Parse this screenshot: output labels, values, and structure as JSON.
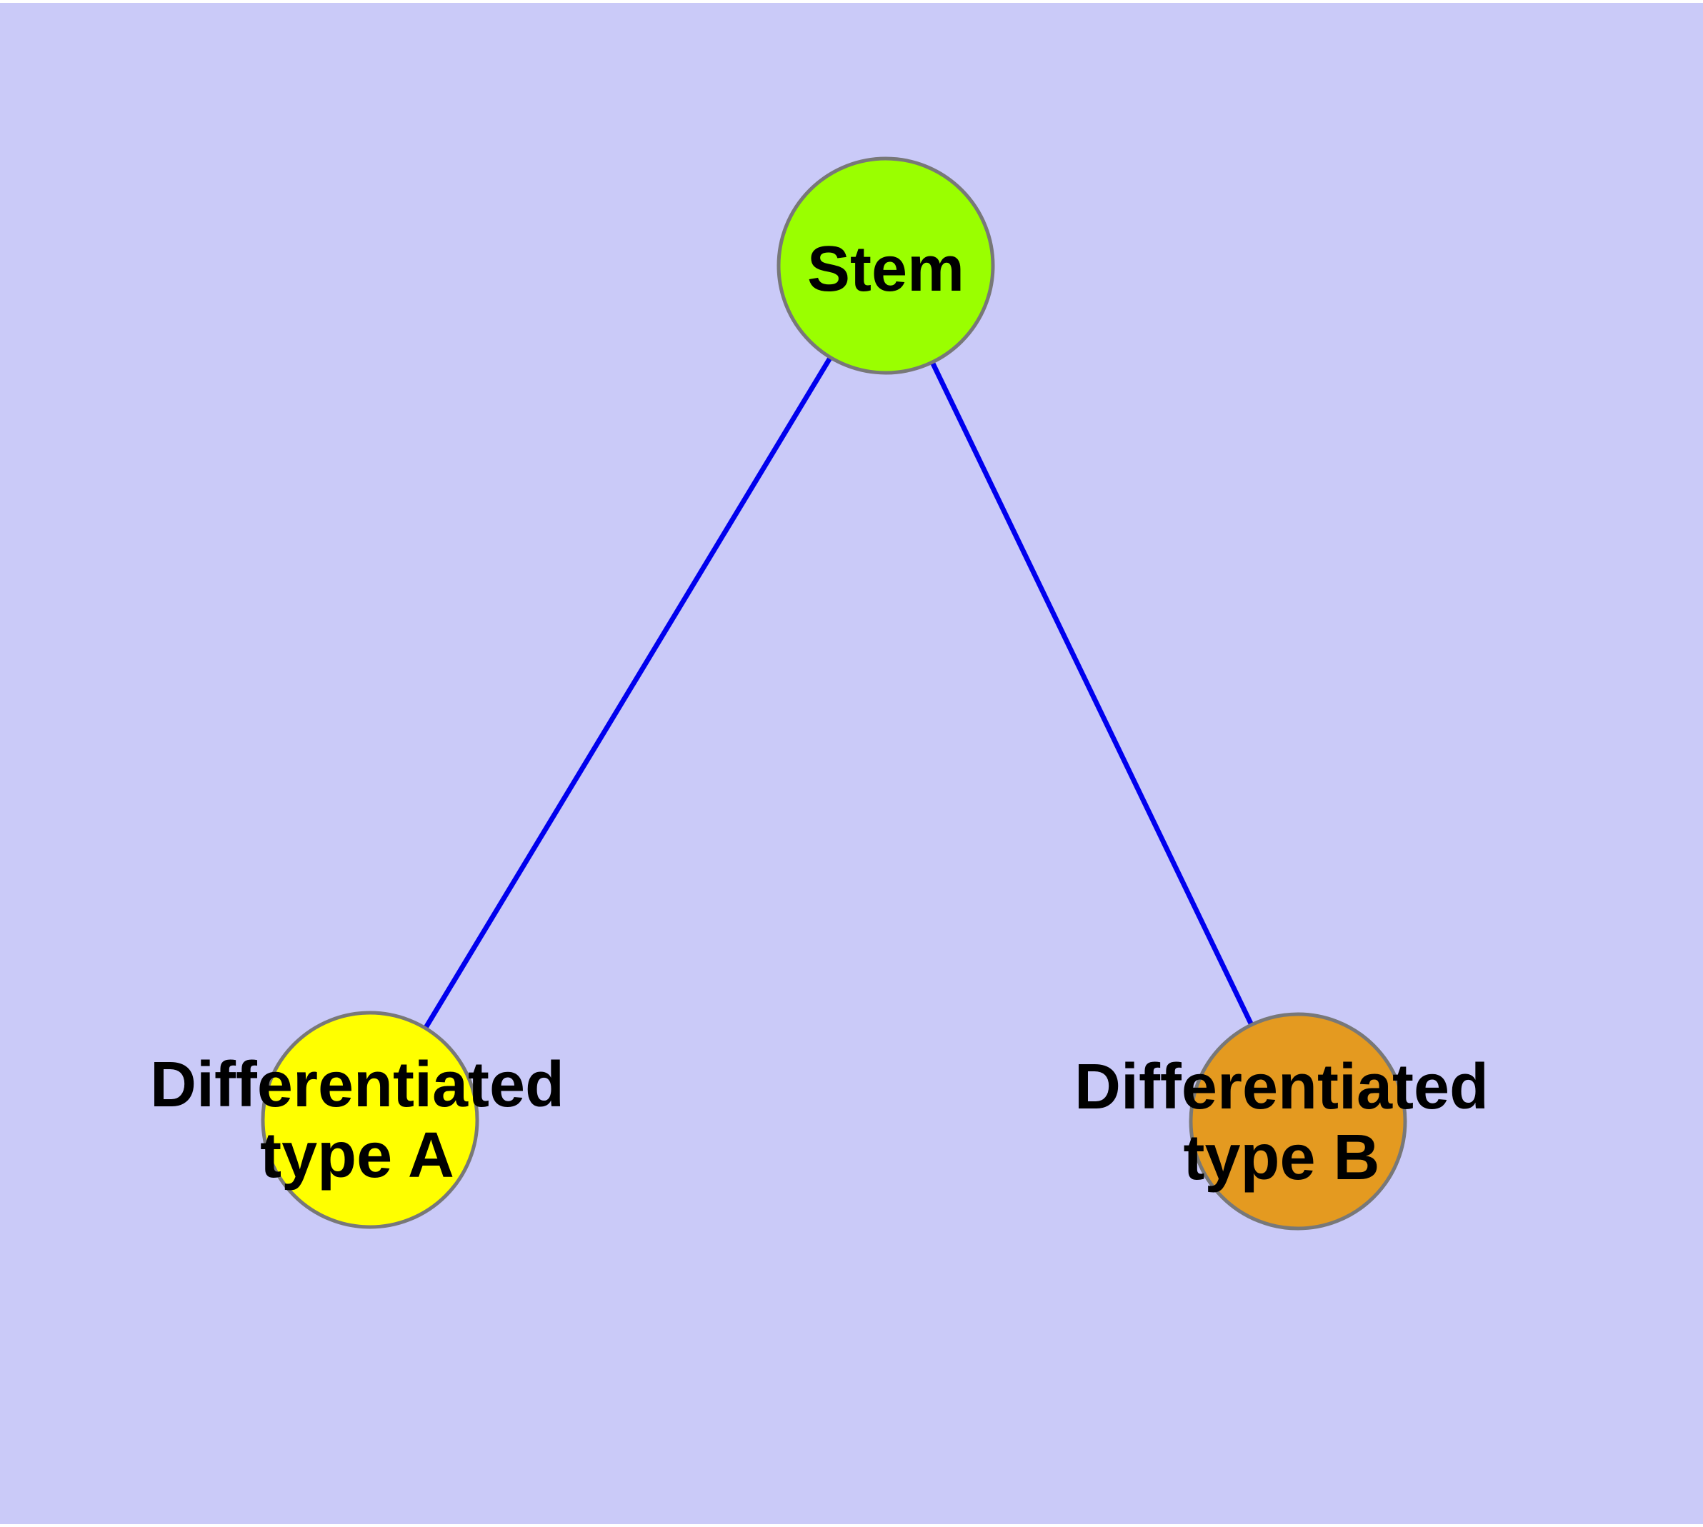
{
  "diagram": {
    "background_color": "#cacaf8",
    "node_border_color": "#787878",
    "edge_color": "#0000ee",
    "text_color": "#000000",
    "nodes": [
      {
        "id": "stem",
        "label": "Stem",
        "lines": [
          "Stem"
        ],
        "fill": "#9aff00"
      },
      {
        "id": "differentiated-type-a",
        "label": "Differentiated type A",
        "lines": [
          "Differentiated",
          "type A"
        ],
        "fill": "#ffff00"
      },
      {
        "id": "differentiated-type-b",
        "label": "Differentiated type B",
        "lines": [
          "Differentiated",
          "type B"
        ],
        "fill": "#e49a20"
      }
    ],
    "edges": [
      {
        "from": "Stem",
        "to": "Differentiated type A"
      },
      {
        "from": "Stem",
        "to": "Differentiated type B"
      }
    ]
  }
}
